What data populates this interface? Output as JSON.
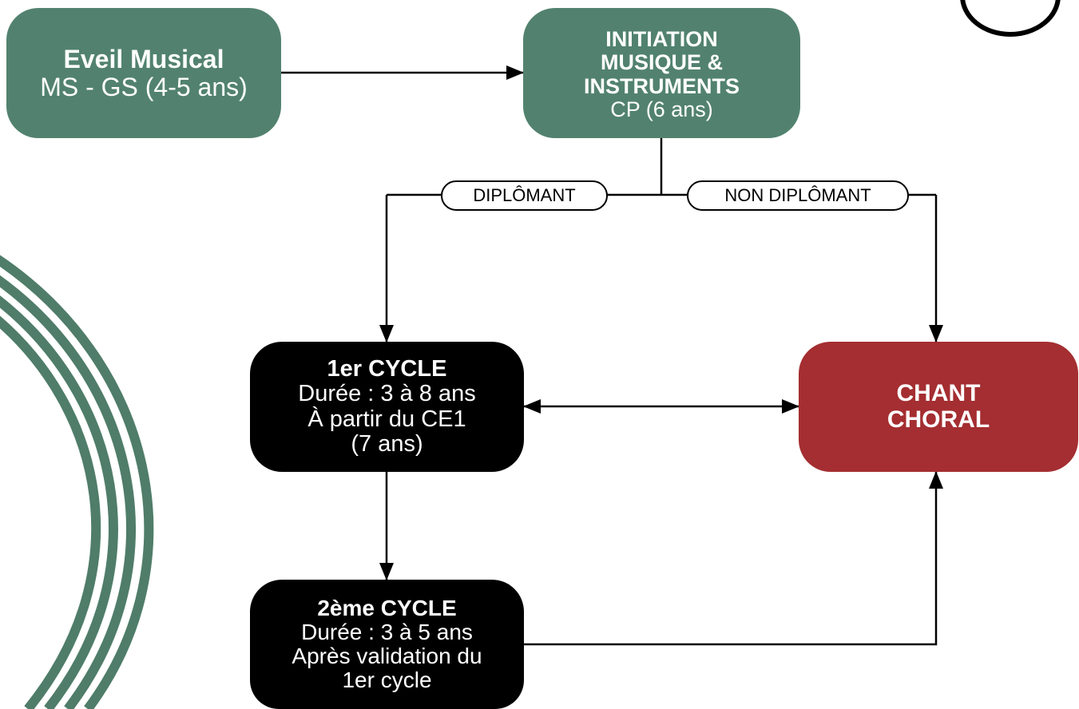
{
  "nodes": {
    "eveil": {
      "title": "Eveil Musical",
      "sub": "MS - GS (4-5 ans)"
    },
    "initiation": {
      "title_line1": "INITIATION",
      "title_line2": "MUSIQUE &",
      "title_line3": "INSTRUMENTS",
      "sub": "CP (6 ans)"
    },
    "cycle1": {
      "title": "1er CYCLE",
      "line1": "Durée : 3 à 8 ans",
      "line2": "À partir du CE1",
      "line3": "(7 ans)"
    },
    "cycle2": {
      "title": "2ème CYCLE",
      "line1": "Durée : 3 à 5 ans",
      "line2": "Après validation du",
      "line3": "1er cycle"
    },
    "choral": {
      "title_line1": "CHANT",
      "title_line2": "CHORAL"
    }
  },
  "labels": {
    "diplomant": "DIPLÔMANT",
    "non_diplomant": "NON DIPLÔMANT"
  },
  "colors": {
    "green": "#52826f",
    "black": "#000000",
    "red": "#a42e31",
    "arc": "#4f7d69"
  }
}
